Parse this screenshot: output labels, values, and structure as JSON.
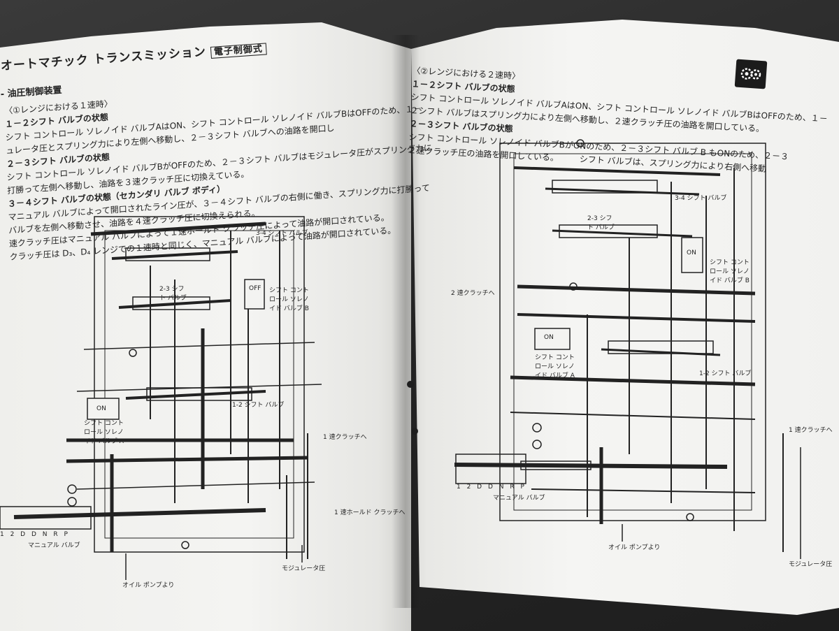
{
  "left_page": {
    "title": "オートマチック トランスミッション",
    "title_tag": "電子制御式",
    "section": "- 油圧制御装置",
    "body_lines": [
      "〈①レンジにおける１速時〉",
      "１－２シフト バルブの状態",
      "シフト コントロール ソレノイド バルブAはON、シフト コントロール ソレノイド バルブBはOFFのため、１－",
      "ュレータ圧とスプリング力により左側へ移動し、２－３シフト バルブへの油路を開口し",
      "２－３シフト バルブの状態",
      "シフト コントロール ソレノイド バルブBがOFFのため、２－３シフト バルブはモジュレータ圧がスプリング力に",
      "打勝って左側へ移動し、油路を３速クラッチ圧に切換えている。",
      "３－４シフト バルブの状態（セカンダリ バルブ ボディ）",
      "マニュアル バルブによって開口されたライン圧が、３－４シフト バルブの右側に働き、スプリング力に打勝って",
      "バルブを左側へ移動させ、油路を４速クラッチ圧に切換えられる。",
      "速クラッチ圧はマニュアル バルブによって１速ホールド クラッチ圧によって油路が開口されている。",
      "クラッチ圧は D₃、D₄ レンジでの１速時と同じく、マニュアル バルブによって油路が開口されている。"
    ],
    "bold_line_indices": [
      1,
      4,
      7
    ],
    "diagram_labels": {
      "shift_34": "3-4 シフト バルブ",
      "shift_23": "2-3 シフト バルブ",
      "off": "OFF",
      "solenoid_b": "シフト コントロール ソレノイド バルブ B",
      "on": "ON",
      "solenoid_a": "シフト コントロール ソレノイド バルブ A",
      "shift_12": "1-2 シフト バルブ",
      "first_clutch": "1 速クラッチへ",
      "first_hold": "1 速ホールド クラッチへ",
      "manual_valve": "マニュアル バルブ",
      "oil_pump": "オイル ポンプより",
      "modulator": "モジュレータ圧",
      "range_marks": "1 2 D D N R P"
    }
  },
  "right_page": {
    "body_lines": [
      "〈②レンジにおける２速時〉",
      "１－２シフト バルブの状態",
      "シフト コントロール ソレノイド バルブAはON、シフト コントロール ソレノイド バルブBはOFFのため、１－",
      "２シフト バルブはスプリング力により左側へ移動し、２速クラッチ圧の油路を開口している。",
      "２－３シフト バルブの状態",
      "シフト コントロール ソレノイド バルブBがONのため、２－３シフト バルブ B もONのため、２－３",
      "２速クラッチ圧の油路を開口している。　　　シフト バルブは、スプリング力により右側へ移動"
    ],
    "bold_line_indices": [
      1,
      4
    ],
    "diagram_labels": {
      "shift_34": "3-4 シフト バルブ",
      "shift_23": "2-3 シフト バルブ",
      "on_b": "ON",
      "solenoid_b": "シフト コントロール ソレノイド バルブ B",
      "second_clutch": "2 速クラッチへ",
      "on_a": "ON",
      "solenoid_a": "シフト コントロール ソレノイド バルブ A",
      "shift_12": "1-2 シフト バルブ",
      "first_clutch": "1 速クラッチへ",
      "manual_valve": "マニュアル バルブ",
      "oil_pump": "オイル ポンプより",
      "modulator": "モジュレータ圧",
      "range_marks": "1 2 D D N R P"
    }
  }
}
